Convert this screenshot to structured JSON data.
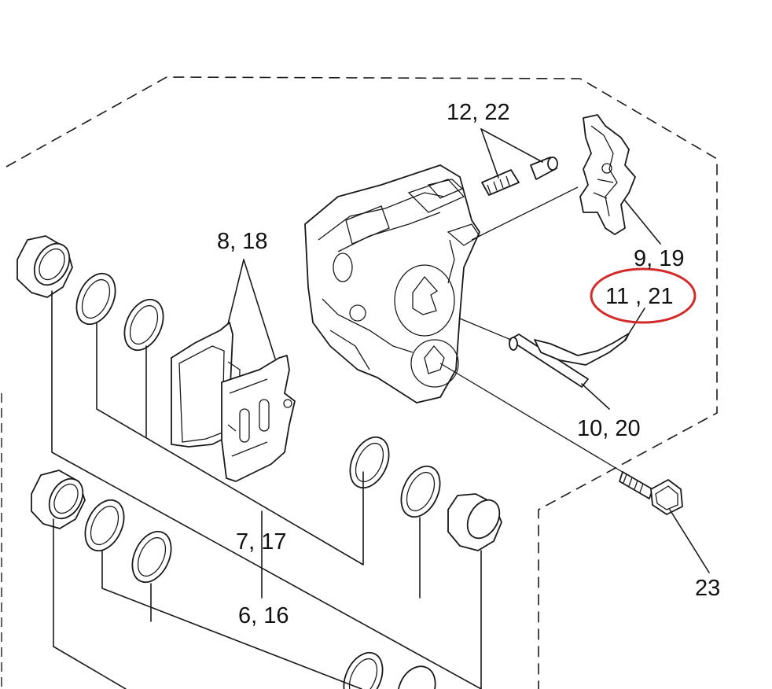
{
  "labels": {
    "l_12_22": "12, 22",
    "l_9_19": "9, 19",
    "l_11_21": "11 , 21",
    "l_8_18": "8, 18",
    "l_10_20": "10, 20",
    "l_7_17": "7, 17",
    "l_6_16": "6, 16",
    "l_23": "23"
  },
  "colors": {
    "ink": "#1a1a1a",
    "highlight_circle": "#d42a2a",
    "background": "#ffffff"
  },
  "highlighted_label": "11 , 21"
}
